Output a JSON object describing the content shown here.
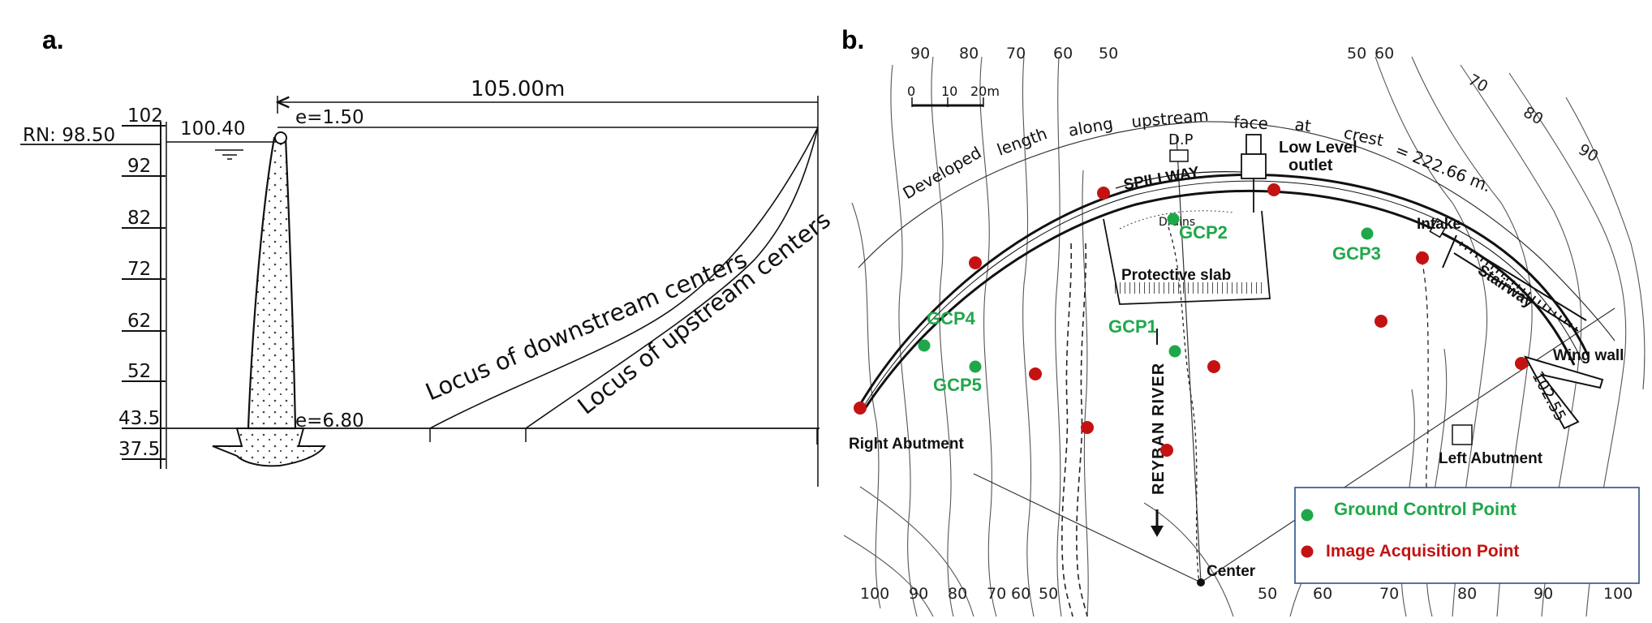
{
  "panel_a": {
    "label": "a.",
    "elevations": [
      "102",
      "92",
      "82",
      "72",
      "62",
      "52",
      "43.5",
      "37.5"
    ],
    "rn_label": "RN: 98.50",
    "crest_label": "100.40",
    "top_thickness": "e=1.50",
    "base_thickness": "e=6.80",
    "span_label": "105.00m",
    "downstream_curve": "Locus of downstream centers",
    "upstream_curve": "Locus of upstream centers"
  },
  "panel_b": {
    "label": "b.",
    "scale": {
      "ticks": [
        "0",
        "10",
        "20m"
      ]
    },
    "contours_top_left": [
      "90",
      "80",
      "70",
      "60",
      "50"
    ],
    "contours_top_right": [
      "50",
      "60",
      "70",
      "80",
      "90"
    ],
    "contours_bottom": [
      "100",
      "90",
      "80",
      "70",
      "60",
      "50",
      "50",
      "60",
      "70",
      "80",
      "90",
      "100"
    ],
    "arc_text": [
      "Developed",
      "length",
      "along",
      "upstream",
      "face",
      "at",
      "crest",
      "= 222.66 m."
    ],
    "labels": {
      "dp": "D.P",
      "low_level": "Low Level",
      "outlet": "outlet",
      "spillway": "SPILLWAY",
      "drains": "Drains",
      "intake": "Intake",
      "stairway": "Stairway",
      "protective_slab": "Protective slab",
      "wing_wall": "Wing wall",
      "elev_10255": "102.55",
      "river": "REYBAN RIVER",
      "right_abutment": "Right Abutment",
      "left_abutment": "Left Abutment",
      "center": "Center"
    },
    "gcps": [
      "GCP1",
      "GCP2",
      "GCP3",
      "GCP4",
      "GCP5"
    ],
    "legend": {
      "gcp": "Ground Control Point",
      "iap": "Image Acquisition Point"
    },
    "colors": {
      "gcp": "#1fa84a",
      "iap": "#c41212",
      "legend_border": "#2e4f8c"
    }
  }
}
